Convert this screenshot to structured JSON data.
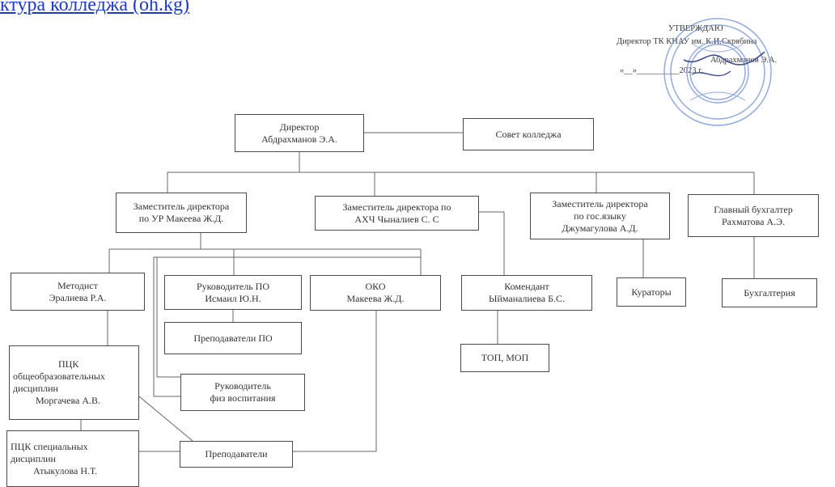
{
  "header": {
    "link_text": "ктура колледжа (oh.kg)"
  },
  "approval": {
    "title": "УТВЕРЖДАЮ",
    "line1": "Директор ТК КНАУ им. К.И.Скрябина",
    "line2": "Абдрахманов Э.А.",
    "line3": "«__»__________2023 г."
  },
  "boxes": {
    "director": [
      "Директор",
      "Абдрахманов Э.А."
    ],
    "council": [
      "Совет колледжа"
    ],
    "deputy_ur": [
      "Заместитель директора",
      "по УР Макеева Ж.Д."
    ],
    "deputy_ahch": [
      "Заместитель директора по",
      "АХЧ Чыналиев С. С"
    ],
    "deputy_lang": [
      "Заместитель директора",
      "по гос.языку",
      "Джумагулова А.Д."
    ],
    "chief_accountant": [
      "Главный бухгалтер",
      "Рахматова А.Э."
    ],
    "methodist": [
      "Методист",
      "Эралиева Р.А."
    ],
    "head_po": [
      "Руководитель ПО",
      "Исмаил Ю.Н."
    ],
    "oko": [
      "ОКО",
      "Макеева Ж.Д."
    ],
    "commandant": [
      "Комендант",
      "Ыйманалиева Б.С."
    ],
    "curators": [
      "Кураторы"
    ],
    "accounting": [
      "Бухгалтерия"
    ],
    "teachers_po": [
      "Преподаватели ПО"
    ],
    "top_mop": [
      "ТОП, МОП"
    ],
    "pck_general": [
      "ПЦК",
      "общеобразовательных",
      "дисциплин",
      "Моргачева А.В."
    ],
    "head_pe": [
      "Руководитель",
      "физ воспитания"
    ],
    "pck_special": [
      "ПЦК специальных",
      "дисциплин",
      "Атыкулова Н.Т."
    ],
    "teachers": [
      "Преподаватели"
    ]
  },
  "colors": {
    "link": "#1a3ad0",
    "line": "#555555",
    "seal": "#6f8fd6"
  }
}
